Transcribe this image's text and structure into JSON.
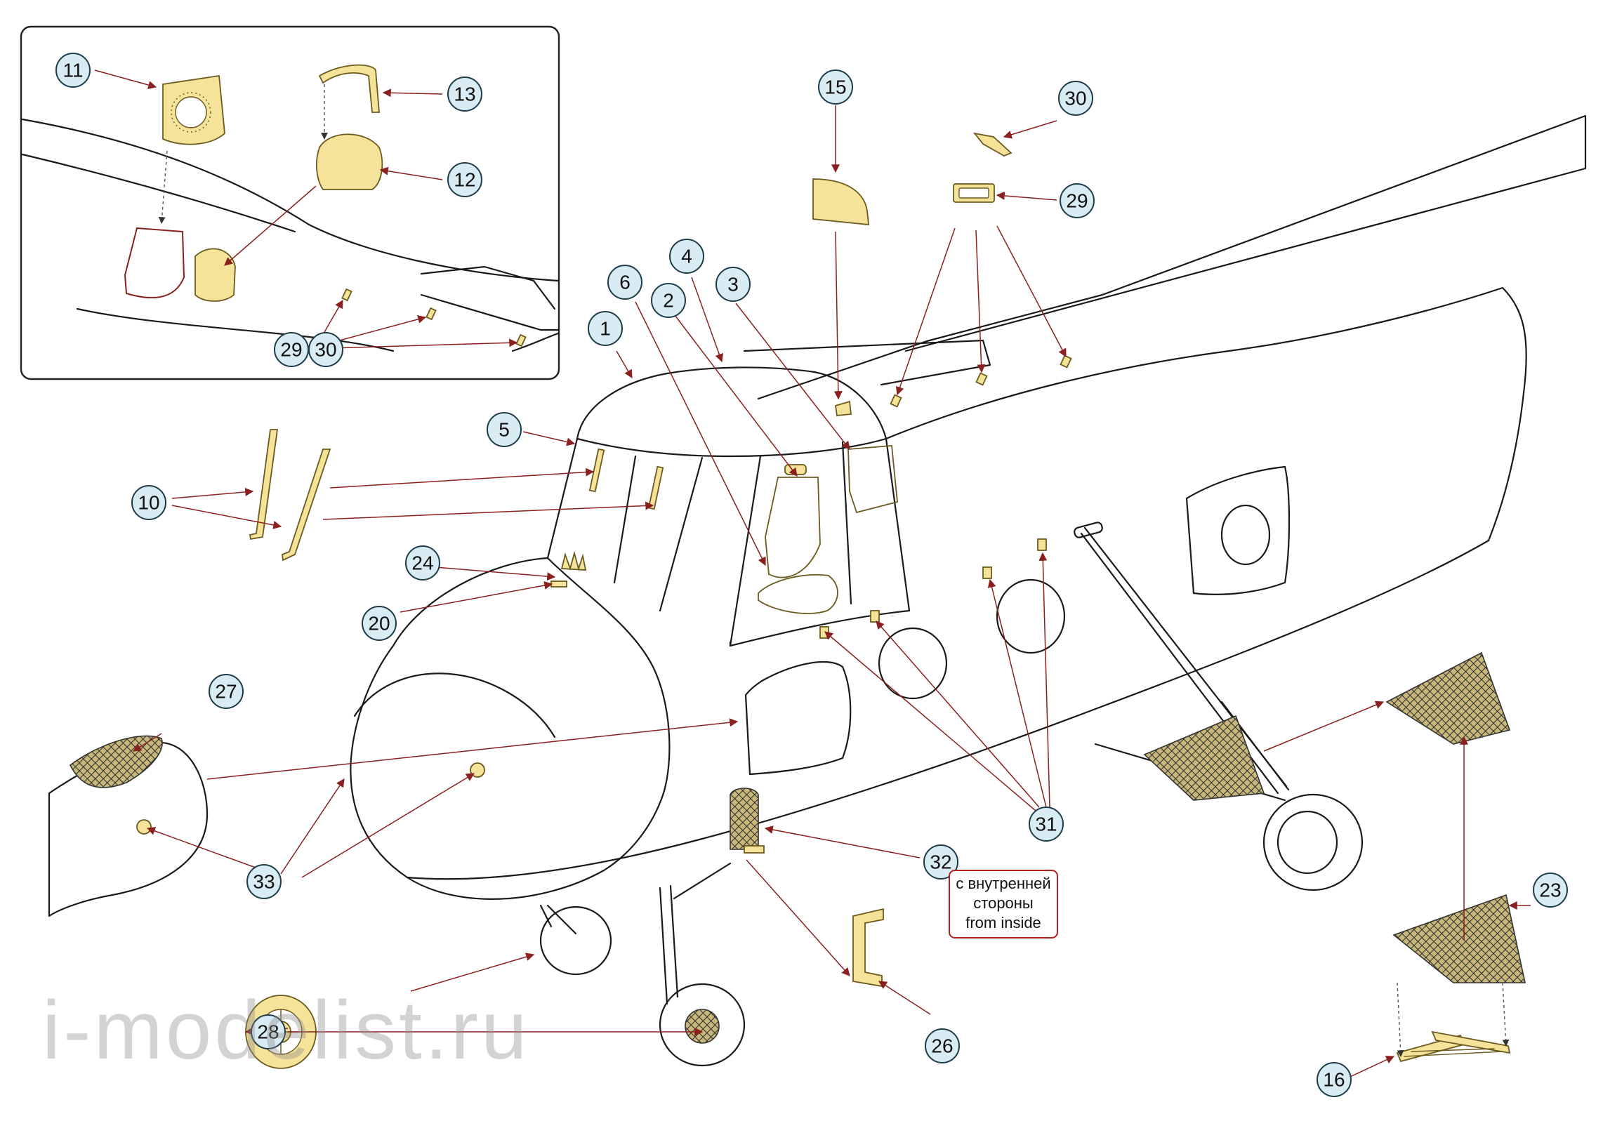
{
  "callouts": {
    "c1": "1",
    "c2": "2",
    "c3": "3",
    "c4": "4",
    "c5": "5",
    "c6": "6",
    "c10": "10",
    "c11": "11",
    "c12": "12",
    "c13": "13",
    "c15": "15",
    "c16": "16",
    "c20": "20",
    "c23": "23",
    "c24": "24",
    "c26": "26",
    "c27": "27",
    "c28": "28",
    "c29_inset": "29",
    "c30_inset": "30",
    "c29": "29",
    "c30": "30",
    "c31": "31",
    "c32": "32",
    "c33": "33"
  },
  "note": {
    "line1": "с внутренней",
    "line2": "стороны",
    "line3": "from inside"
  },
  "watermark": "i-modelist.ru",
  "colors": {
    "part_fill": "#f6e39a",
    "callout_fill": "#d9ecf3",
    "leader": "#8a2020"
  }
}
